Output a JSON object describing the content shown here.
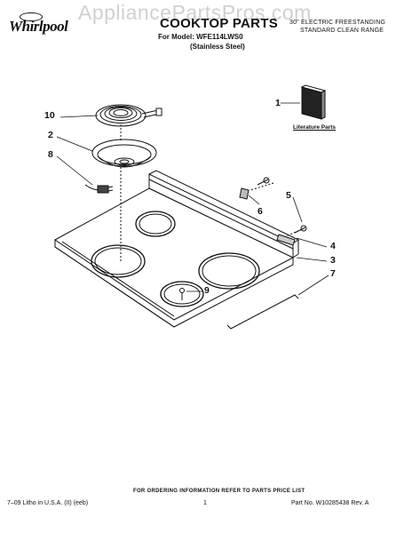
{
  "watermark": "AppliancePartsPros.com",
  "header": {
    "brand": "Whirlpool",
    "title": "COOKTOP PARTS",
    "model_line": "For Model: WFE114LWS0",
    "finish": "(Stainless Steel)",
    "range_line1": "30\" ELECTRIC FREESTANDING",
    "range_line2": "STANDARD CLEAN RANGE"
  },
  "literature_label": "Literature Parts",
  "callouts": [
    "1",
    "2",
    "3",
    "4",
    "5",
    "6",
    "7",
    "8",
    "9",
    "10"
  ],
  "footer": {
    "center": "FOR ORDERING INFORMATION REFER TO PARTS PRICE LIST",
    "left": "7–09 Litho in U.S.A. (II) (eeb)",
    "page": "1",
    "right": "Part No. W10285438 Rev. A"
  }
}
